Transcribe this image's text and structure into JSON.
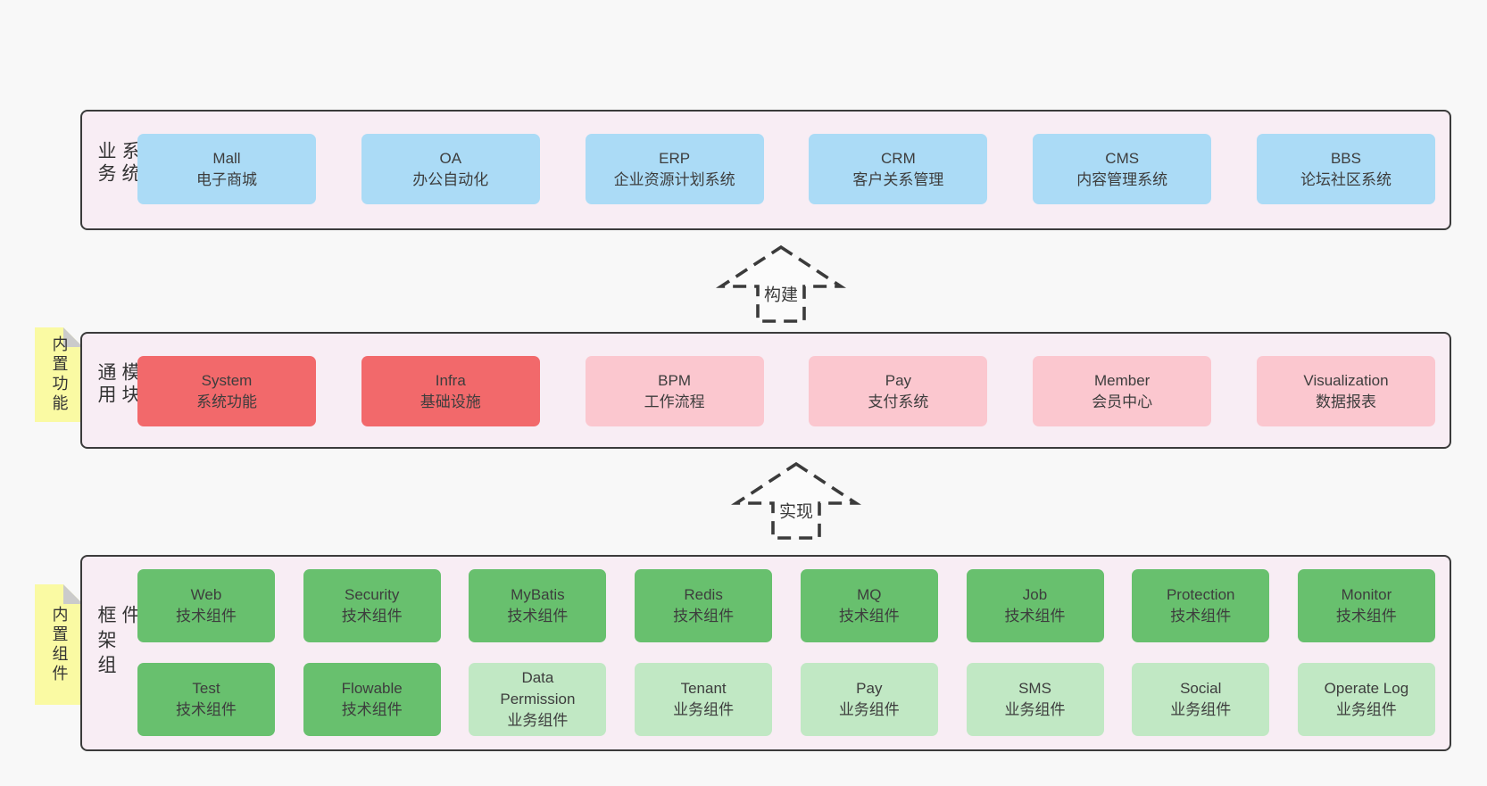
{
  "palette": {
    "page-bg": "#f8f8f8",
    "section-bg": "#f8edf4",
    "line": "#3b3b3b",
    "text": "#3d3d3d",
    "blue": "#abdbf6",
    "red": "#f2696b",
    "pink": "#fbc7cf",
    "green": "#68c06e",
    "light-green": "#c1e8c4",
    "sticky": "#fafaa3",
    "sticky-fold": "#cbcbcb",
    "arrow-fill": "#fbfbfb"
  },
  "layers": [
    {
      "id": "business-systems",
      "label": "业务系统",
      "modules": [
        {
          "name": "Mall",
          "desc": "电子商城",
          "color": "blue"
        },
        {
          "name": "OA",
          "desc": "办公自动化",
          "color": "blue"
        },
        {
          "name": "ERP",
          "desc": "企业资源计划系统",
          "color": "blue"
        },
        {
          "name": "CRM",
          "desc": "客户关系管理",
          "color": "blue"
        },
        {
          "name": "CMS",
          "desc": "内容管理系统",
          "color": "blue"
        },
        {
          "name": "BBS",
          "desc": "论坛社区系统",
          "color": "blue"
        }
      ]
    },
    {
      "id": "common-modules",
      "label": "通用模块",
      "sticky": "内置功能",
      "modules": [
        {
          "name": "System",
          "desc": "系统功能",
          "color": "red"
        },
        {
          "name": "Infra",
          "desc": "基础设施",
          "color": "red"
        },
        {
          "name": "BPM",
          "desc": "工作流程",
          "color": "pink"
        },
        {
          "name": "Pay",
          "desc": "支付系统",
          "color": "pink"
        },
        {
          "name": "Member",
          "desc": "会员中心",
          "color": "pink"
        },
        {
          "name": "Visualization",
          "desc": "数据报表",
          "color": "pink"
        }
      ]
    },
    {
      "id": "framework-components",
      "label": "框架组件",
      "sticky": "内置组件",
      "rows": [
        [
          {
            "name": "Web",
            "desc": "技术组件",
            "color": "green"
          },
          {
            "name": "Security",
            "desc": "技术组件",
            "color": "green"
          },
          {
            "name": "MyBatis",
            "desc": "技术组件",
            "color": "green"
          },
          {
            "name": "Redis",
            "desc": "技术组件",
            "color": "green"
          },
          {
            "name": "MQ",
            "desc": "技术组件",
            "color": "green"
          },
          {
            "name": "Job",
            "desc": "技术组件",
            "color": "green"
          },
          {
            "name": "Protection",
            "desc": "技术组件",
            "color": "green"
          },
          {
            "name": "Monitor",
            "desc": "技术组件",
            "color": "green"
          }
        ],
        [
          {
            "name": "Test",
            "desc": "技术组件",
            "color": "green"
          },
          {
            "name": "Flowable",
            "desc": "技术组件",
            "color": "green"
          },
          {
            "name": "Data Permission",
            "desc": "业务组件",
            "color": "light-green"
          },
          {
            "name": "Tenant",
            "desc": "业务组件",
            "color": "light-green"
          },
          {
            "name": "Pay",
            "desc": "业务组件",
            "color": "light-green"
          },
          {
            "name": "SMS",
            "desc": "业务组件",
            "color": "light-green"
          },
          {
            "name": "Social",
            "desc": "业务组件",
            "color": "light-green"
          },
          {
            "name": "Operate Log",
            "desc": "业务组件",
            "color": "light-green"
          }
        ]
      ]
    }
  ],
  "arrows": [
    {
      "label": "构建",
      "direction": "up"
    },
    {
      "label": "实现",
      "direction": "up"
    }
  ]
}
